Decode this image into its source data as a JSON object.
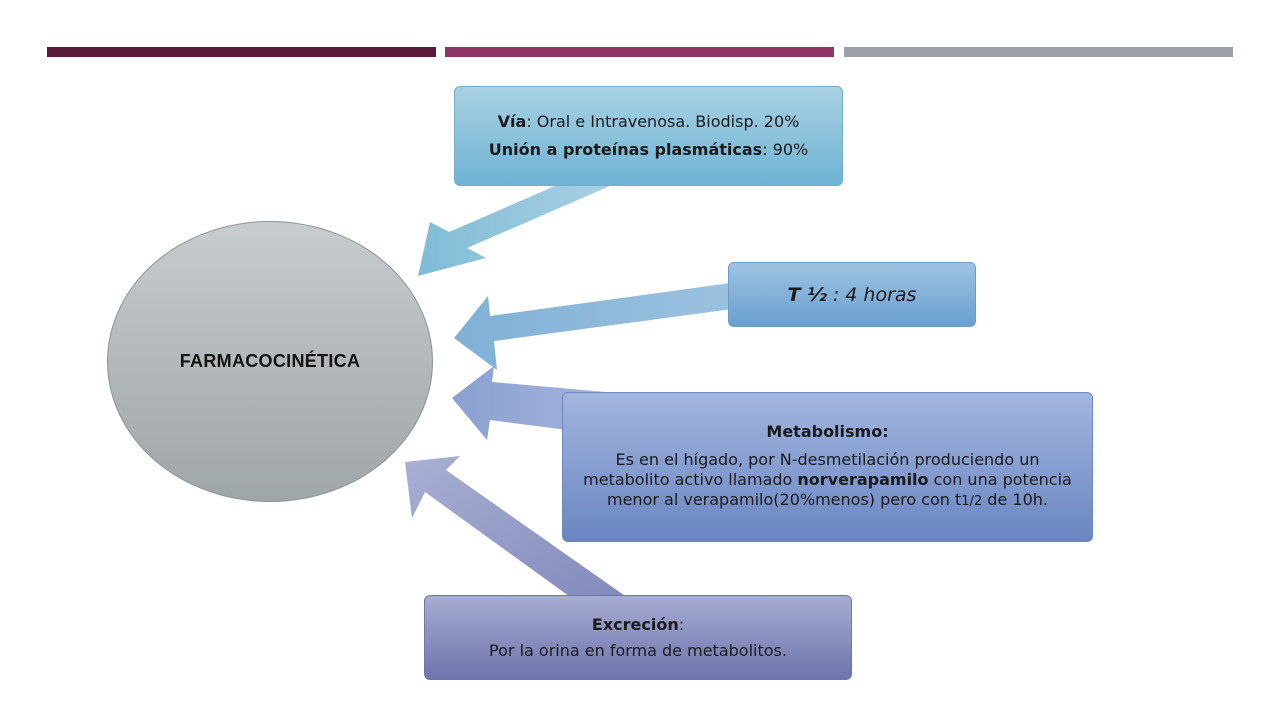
{
  "colors": {
    "bar1": "#5a1a3c",
    "bar2": "#8e3563",
    "bar3": "#9aa1a7",
    "hub_top": "#c7ccce",
    "hub_bottom": "#9fa6a8"
  },
  "hub": {
    "label": "FARMACOCINÉTICA"
  },
  "via": {
    "label1": "Vía",
    "text1": ": Oral e Intravenosa. Biodisp. 20%",
    "label2": "Unión a proteínas plasmáticas",
    "text2": ":  90%"
  },
  "half_life": {
    "label": "T ½",
    "text": " : 4 horas"
  },
  "metabolism": {
    "title": "Metabolismo:",
    "text1": "Es en el hígado, por N-desmetilación produciendo un metabolito activo llamado ",
    "bold": "norverapamilo",
    "text2": " con una potencia menor al verapamilo(20%menos) pero con t",
    "sub": "1/2",
    "text3": " de 10h."
  },
  "excretion": {
    "label": "Excreción",
    "colon": ":",
    "text": "Por la orina en forma de metabolitos."
  }
}
